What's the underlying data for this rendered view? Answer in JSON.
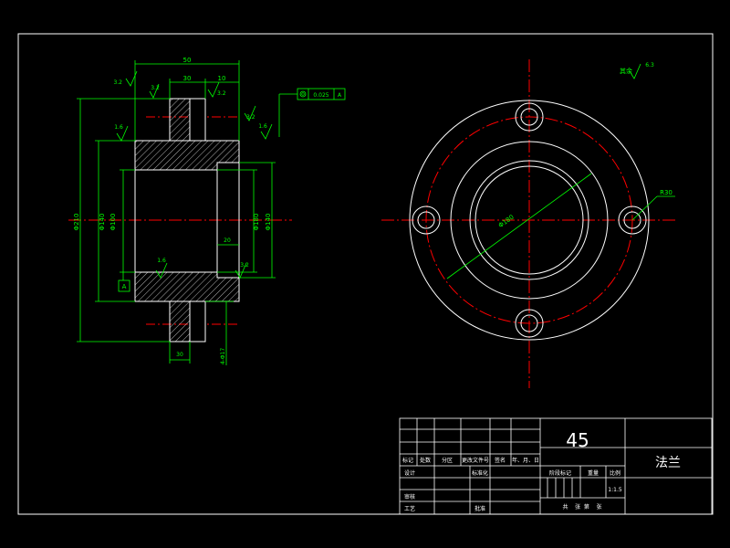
{
  "colors": {
    "background": "#000000",
    "outline": "#ffffff",
    "dimension": "#00ff00",
    "centerline": "#ff0000",
    "title_text": "#ffffff",
    "material_text": "#ffffff"
  },
  "section_view": {
    "dim_top_overall": "50",
    "dim_top_left": "30",
    "dim_top_right": "10",
    "roughness_top_left": "3.2",
    "roughness_top_mid": "3.2",
    "roughness_top_right": "3.2",
    "roughness_upper_left": "1.6",
    "roughness_upper_right": "3.2",
    "roughness_right_tol": "1.6",
    "tolerance_frame_value": "0.025",
    "tolerance_frame_datum": "A",
    "dim_left_flange": "Φ210",
    "dim_bore_a": "Φ140",
    "dim_bore_b": "Φ100",
    "dim_right_a": "Φ180",
    "dim_right_b": "Φ140",
    "dim_step": "20",
    "roughness_inner": "1.6",
    "roughness_lower_right": "3.2",
    "datum_label": "A",
    "dim_bottom": "30",
    "dim_holes": "4-Φ17"
  },
  "front_view": {
    "roughness_others_label": "其余",
    "roughness_others_value": "6.3",
    "dim_pcd": "Φ180",
    "dim_hole_r": "R30"
  },
  "title_block": {
    "material": "45",
    "part_name": "法兰",
    "header_row": [
      "标记",
      "处数",
      "分区",
      "更改文件号",
      "签名",
      "年、月、日"
    ],
    "design_label": "设计",
    "standardize_label": "标准化",
    "review_label": "审核",
    "process_label": "工艺",
    "approve_label": "批准",
    "stage_label": "阶段标记",
    "weight_label": "重量",
    "scale_label": "比例",
    "scale_value": "1:1.5",
    "sheet_text": "共    张  第    张"
  }
}
